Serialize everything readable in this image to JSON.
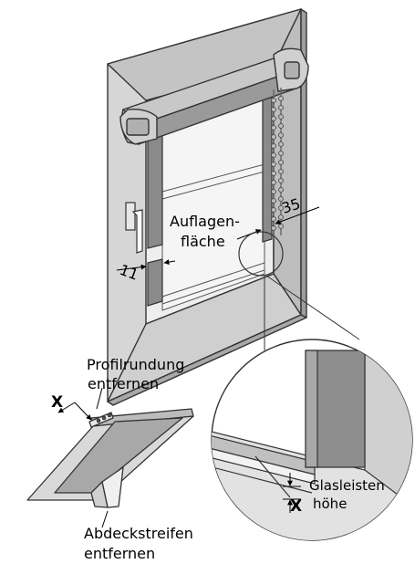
{
  "labels": {
    "support_surface_line1": "Auflagen-",
    "support_surface_line2": "fläche",
    "dim_35": "35",
    "dim_11": "11",
    "profile_line1": "Profilrundung",
    "profile_line2": "entfernen",
    "x_top": "X",
    "cover_line1": "Abdeckstreifen",
    "cover_line2": "entfernen",
    "x_detail": "X",
    "glass_line1": "Glasleisten",
    "glass_line2": "höhe"
  }
}
